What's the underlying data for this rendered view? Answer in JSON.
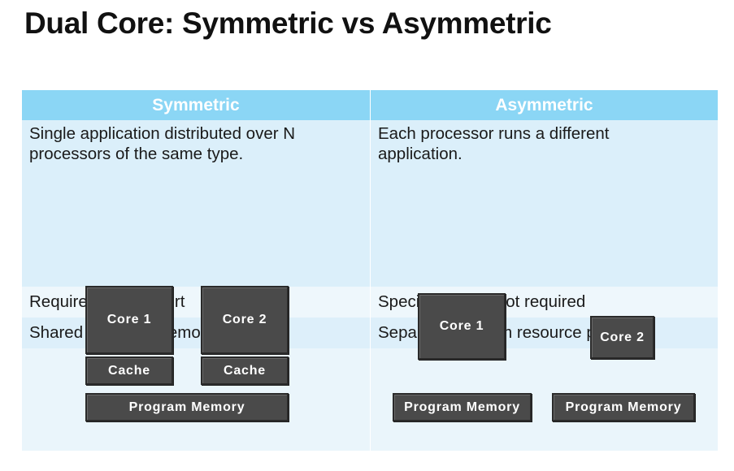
{
  "title": "Dual Core: Symmetric vs Asymmetric",
  "table": {
    "headers": [
      "Symmetric",
      "Asymmetric"
    ],
    "rows": [
      [
        "Single application distributed over N processors of the same type.",
        "Each processor runs a different application."
      ],
      [
        "Requires OS support",
        "Specialized OS not required"
      ],
      [
        "Shared program memory",
        "Separate program resource per core"
      ]
    ]
  },
  "diagram": {
    "symmetric": {
      "core1": "Core 1",
      "core2": "Core 2",
      "cache1": "Cache",
      "cache2": "Cache",
      "memory": "Program Memory"
    },
    "asymmetric": {
      "core1": "Core 1",
      "core2": "Core 2",
      "memory1": "Program Memory",
      "memory2": "Program Memory"
    }
  },
  "colors": {
    "header": "#8bd6f5",
    "row_light": "#dbeffa",
    "box": "#4a4a4a"
  }
}
